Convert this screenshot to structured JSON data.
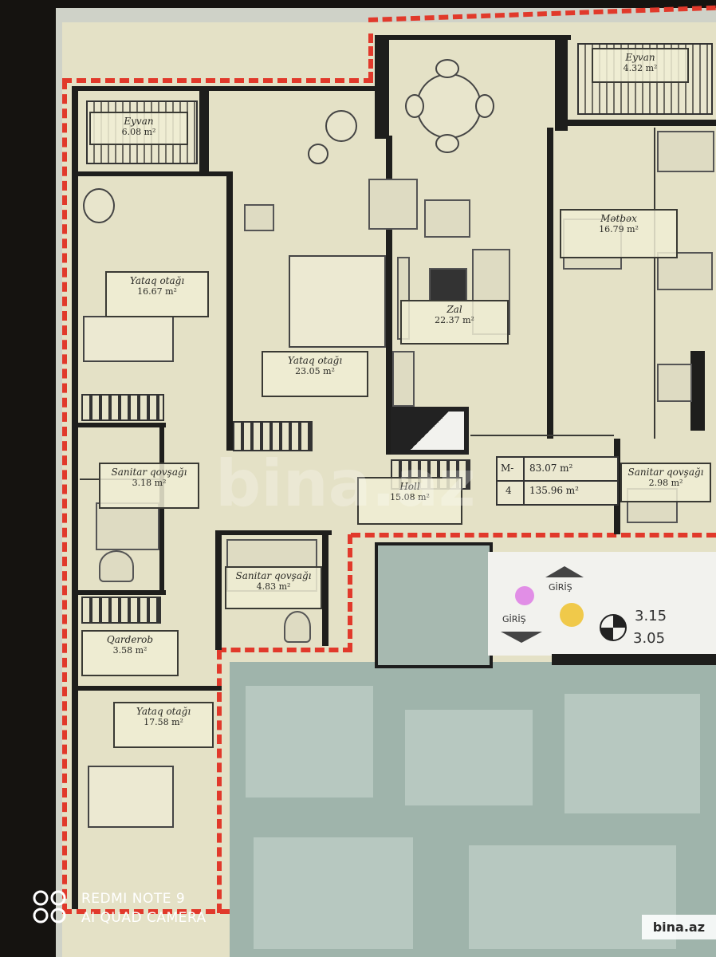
{
  "plan": {
    "balcony_left": {
      "name": "Eyvan",
      "area": "6.08 m²"
    },
    "balcony_right": {
      "name": "Eyvan",
      "area": "4.32 m²"
    },
    "bedroom_1": {
      "name": "Yataq otağı",
      "area": "16.67 m²"
    },
    "bedroom_2": {
      "name": "Yataq otağı",
      "area": "23.05 m²"
    },
    "bedroom_3": {
      "name": "Yataq otağı",
      "area": "17.58 m²"
    },
    "living": {
      "name": "Zal",
      "area": "22.37 m²"
    },
    "kitchen": {
      "name": "Mətbəx",
      "area": "16.79 m²"
    },
    "bath_1": {
      "name": "Sanitar qovşağı",
      "area": "3.18 m²"
    },
    "bath_2": {
      "name": "Sanitar qovşağı",
      "area": "4.83 m²"
    },
    "bath_3": {
      "name": "Sanitar qovşağı",
      "area": "2.98 m²"
    },
    "hall": {
      "name": "Holl",
      "area": "15.08 m²"
    },
    "wardrobe": {
      "name": "Qarderob",
      "area": "3.58 m²"
    },
    "summary": {
      "label_m": "M-",
      "living_area": "83.07 m²",
      "rooms": "4",
      "total_area": "135.96 m²"
    },
    "entrance": {
      "top_label": "GİRİŞ",
      "bottom_label": "GİRİŞ",
      "level_top": "3.15",
      "level_bottom": "3.05",
      "dot_colors": [
        "#e18ee6",
        "#f0c94a"
      ]
    }
  },
  "camera_watermark": {
    "line1": "REDMI NOTE 9",
    "line2": "AI QUAD CAMERA"
  },
  "site_watermark": "bina.az",
  "center_watermark": "bina.az"
}
